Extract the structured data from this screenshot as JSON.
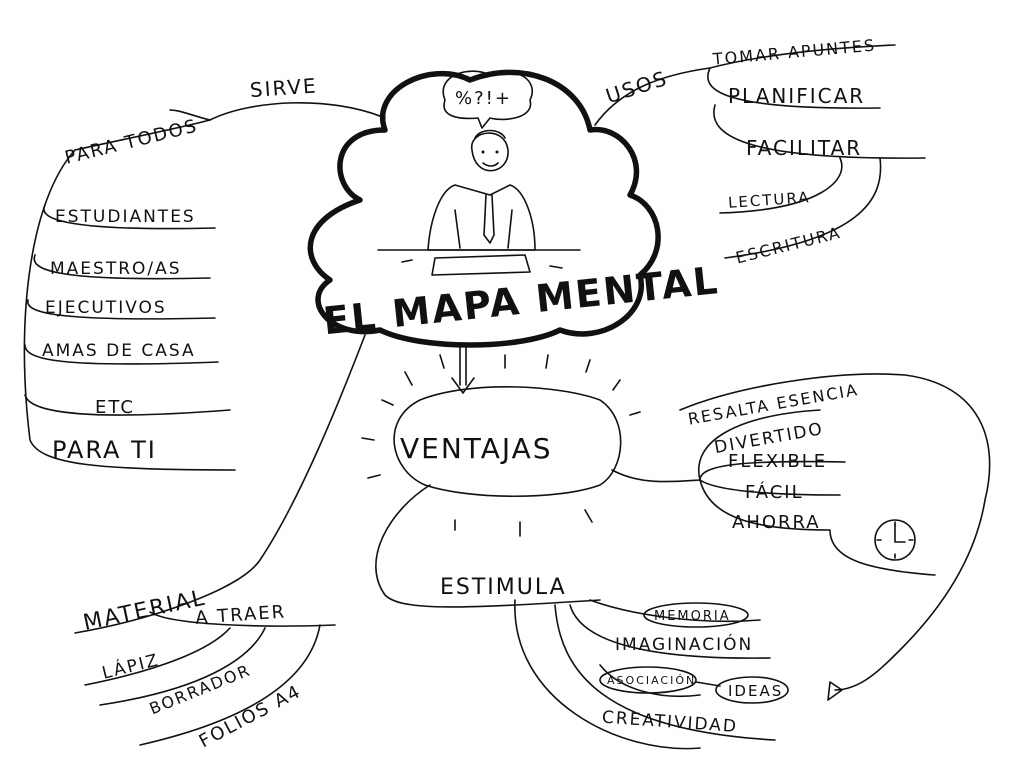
{
  "central": {
    "title": "EL MAPA MENTAL",
    "thought": "%?!+"
  },
  "sirve": {
    "label": "SIRVE",
    "para_todos": "PARA TODOS",
    "items": [
      "ESTUDIANTES",
      "MAESTRO/AS",
      "EJECUTIVOS",
      "AMAS DE CASA",
      "ETC",
      "PARA TI"
    ]
  },
  "usos": {
    "label": "USOS",
    "items": [
      "TOMAR APUNTES",
      "PLANIFICAR",
      "FACILITAR"
    ],
    "facilitar_sub": [
      "LECTURA",
      "ESCRITURA"
    ]
  },
  "ventajas": {
    "label": "VENTAJAS",
    "resalta": "RESALTA ESENCIA",
    "items": [
      "DIVERTIDO",
      "FLEXIBLE",
      "FÁCIL",
      "AHORRA"
    ]
  },
  "estimula": {
    "label": "ESTIMULA",
    "items": [
      "MEMORIA",
      "IMAGINACIÓN",
      "ASOCIACIÓN",
      "IDEAS",
      "CREATIVIDAD"
    ]
  },
  "material": {
    "label": "MATERIAL",
    "a_traer": "A TRAER",
    "items": [
      "LÁPIZ",
      "BORRADOR",
      "FOLIOS A4"
    ]
  },
  "icons": [
    "person-at-desk-icon",
    "clock-icon",
    "thought-bubble-icon",
    "arrow-down-icon",
    "arrowhead-icon"
  ]
}
